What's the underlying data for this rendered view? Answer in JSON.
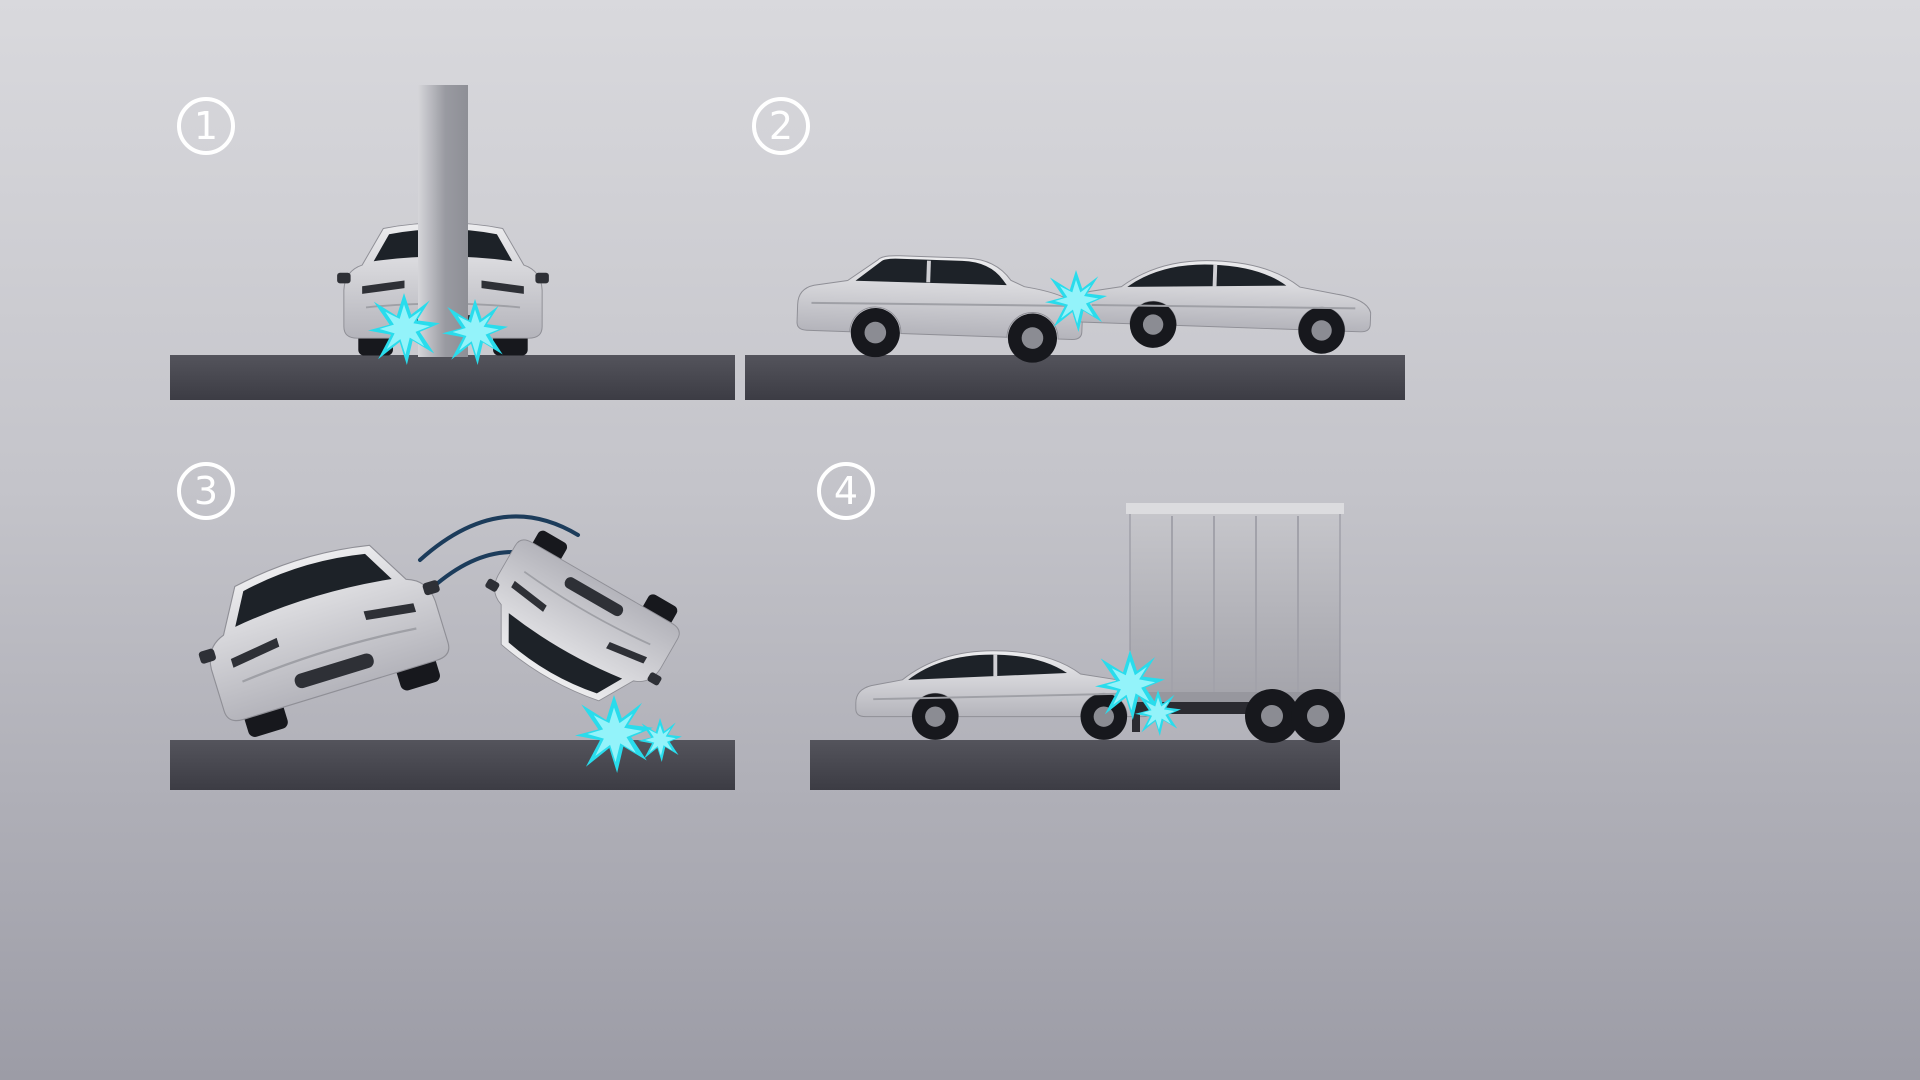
{
  "page": {
    "type": "illustration",
    "description": "four-panel vehicle crash scenario diagram"
  },
  "colors": {
    "bg-top": "#d9d9dd",
    "bg-mid": "#c4c4ca",
    "bg-bottom": "#9c9ca6",
    "ground-top": "#54545c",
    "ground-bottom": "#3c3c44",
    "impact-outer": "#29dcec",
    "impact-inner": "#93f3fa",
    "car-body-hi": "#ededef",
    "car-body-lo": "#b4b4bb",
    "glass": "#1d2228",
    "tire": "#17181d",
    "rim": "#8b8c93",
    "trim": "#2e3036",
    "pole-hi": "#d5d5d9",
    "pole-lo": "#999aa1",
    "truck-hi": "#c6c6cb",
    "truck-lo": "#a3a3aa",
    "arc": "#1c3c5b",
    "badge": "#ffffff"
  },
  "panels": [
    {
      "number": "1",
      "name": "frontal-pole-collision",
      "elements": [
        "car-front-view",
        "pole",
        "impact-flash",
        "ground"
      ]
    },
    {
      "number": "2",
      "name": "rear-end-collision",
      "elements": [
        "suv-side-view",
        "sedan-side-view",
        "impact-flash",
        "ground"
      ]
    },
    {
      "number": "3",
      "name": "rollover",
      "elements": [
        "tilting-car",
        "overturned-car",
        "motion-arcs",
        "impact-flash",
        "ground"
      ]
    },
    {
      "number": "4",
      "name": "truck-underride-collision",
      "elements": [
        "sedan-side-view",
        "box-truck",
        "impact-flash",
        "ground"
      ]
    }
  ]
}
